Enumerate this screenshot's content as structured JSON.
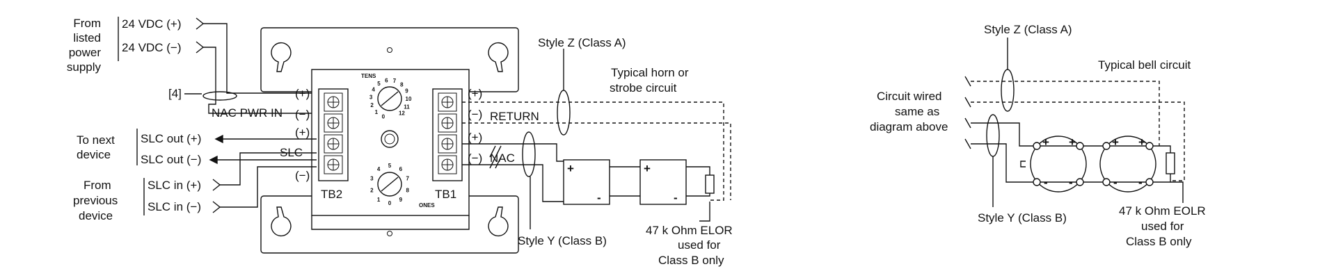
{
  "left": {
    "power_source": [
      "From",
      "listed",
      "power",
      "supply"
    ],
    "vdc_plus": "24 VDC (+)",
    "vdc_minus": "24 VDC (−)",
    "ref4": "[4]",
    "nac_pwr_in": "NAC PWR IN",
    "to_next_device": [
      "To next",
      "device"
    ],
    "slc_out_plus": "SLC out (+)",
    "slc_out_minus": "SLC out  (−)",
    "slc": "SLC",
    "from_previous_device": [
      "From",
      "previous",
      "device"
    ],
    "slc_in_plus": "SLC in (+)",
    "slc_in_minus": "SLC in  (−)",
    "tb2": "TB2",
    "tb1": "TB1",
    "tens": "TENS",
    "ones": "ONES",
    "tens_dial": [
      "0",
      "1",
      "2",
      "3",
      "4",
      "5",
      "6",
      "7",
      "8",
      "9",
      "10",
      "11",
      "12"
    ],
    "ones_dial": [
      "0",
      "1",
      "2",
      "3",
      "4",
      "5",
      "6",
      "7",
      "8",
      "9"
    ],
    "tb2_terms": [
      "(+)",
      "(−)",
      "(+)",
      "(−)"
    ],
    "tb1_terms": [
      "(+)",
      "(−)",
      "(+)",
      "(−)"
    ],
    "return": "RETURN",
    "nac": "NAC",
    "style_z": "Style Z (Class A)",
    "style_y": "Style Y (Class B)",
    "horn_strobe": [
      "Typical horn or",
      "strobe circuit"
    ],
    "elor": [
      "47 k Ohm ELOR",
      "used for",
      "Class B only"
    ],
    "dev_plus": "+",
    "dev_minus": "-"
  },
  "right": {
    "style_z": "Style Z (Class A)",
    "style_y": "Style Y (Class B)",
    "bell_circuit": "Typical bell circuit",
    "wired_same": [
      "Circuit wired",
      "same as",
      "diagram above"
    ],
    "eolr": [
      "47 k Ohm EOLR",
      "used for",
      "Class B only"
    ],
    "plus": "+",
    "minus": "-"
  }
}
